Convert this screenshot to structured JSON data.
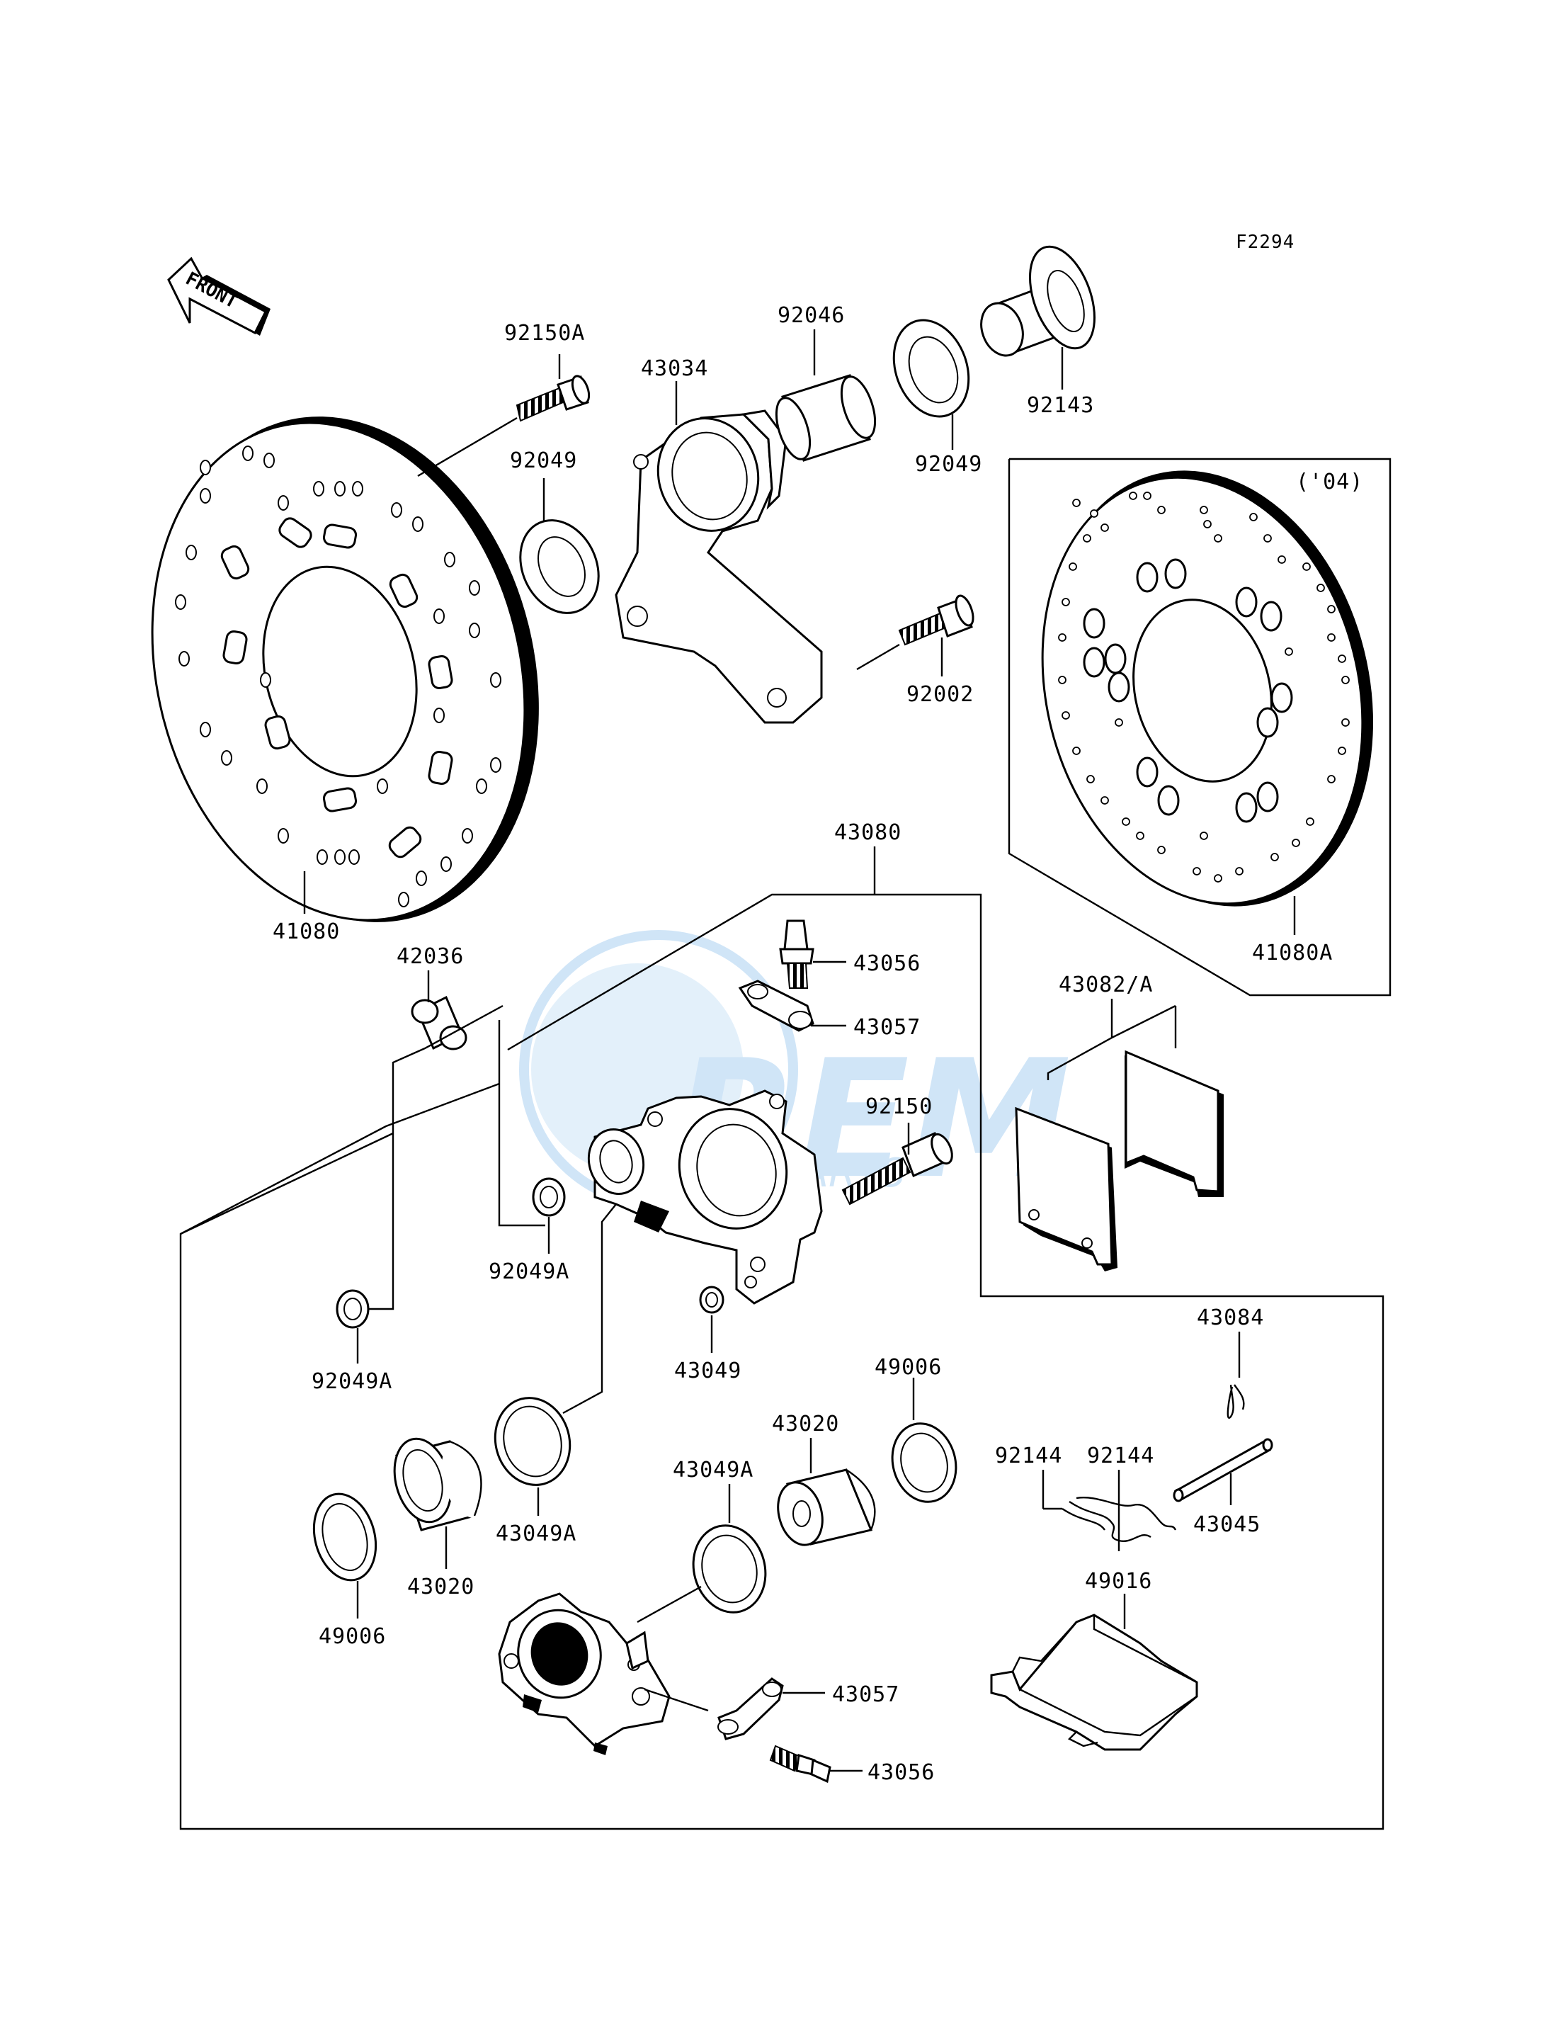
{
  "figure_code": "F2294",
  "front_arrow_label": "FRONT",
  "variant_note": "('04)",
  "watermark": {
    "brand": "REM",
    "sub": "MOTOPARTS",
    "color": "#2e8ddf"
  },
  "parts": {
    "p92150A": "92150A",
    "p43034": "43034",
    "p92046": "92046",
    "p92049_top": "92049",
    "p92143": "92143",
    "p92049_left": "92049",
    "p92002": "92002",
    "p41080": "41080",
    "p41080A": "41080A",
    "p43080": "43080",
    "p42036": "42036",
    "p43056_top": "43056",
    "p43057_top": "43057",
    "p92150": "92150",
    "p43082A": "43082/A",
    "p92049A_mid": "92049A",
    "p92049A_low": "92049A",
    "p43049": "43049",
    "p49006_right": "49006",
    "p43084": "43084",
    "p43020_right": "43020",
    "p43049A_right": "43049A",
    "p92144_a": "92144",
    "p92144_b": "92144",
    "p43045": "43045",
    "p43049A_left": "43049A",
    "p43020_left": "43020",
    "p49006_left": "49006",
    "p49016": "49016",
    "p43057_low": "43057",
    "p43056_low": "43056"
  }
}
